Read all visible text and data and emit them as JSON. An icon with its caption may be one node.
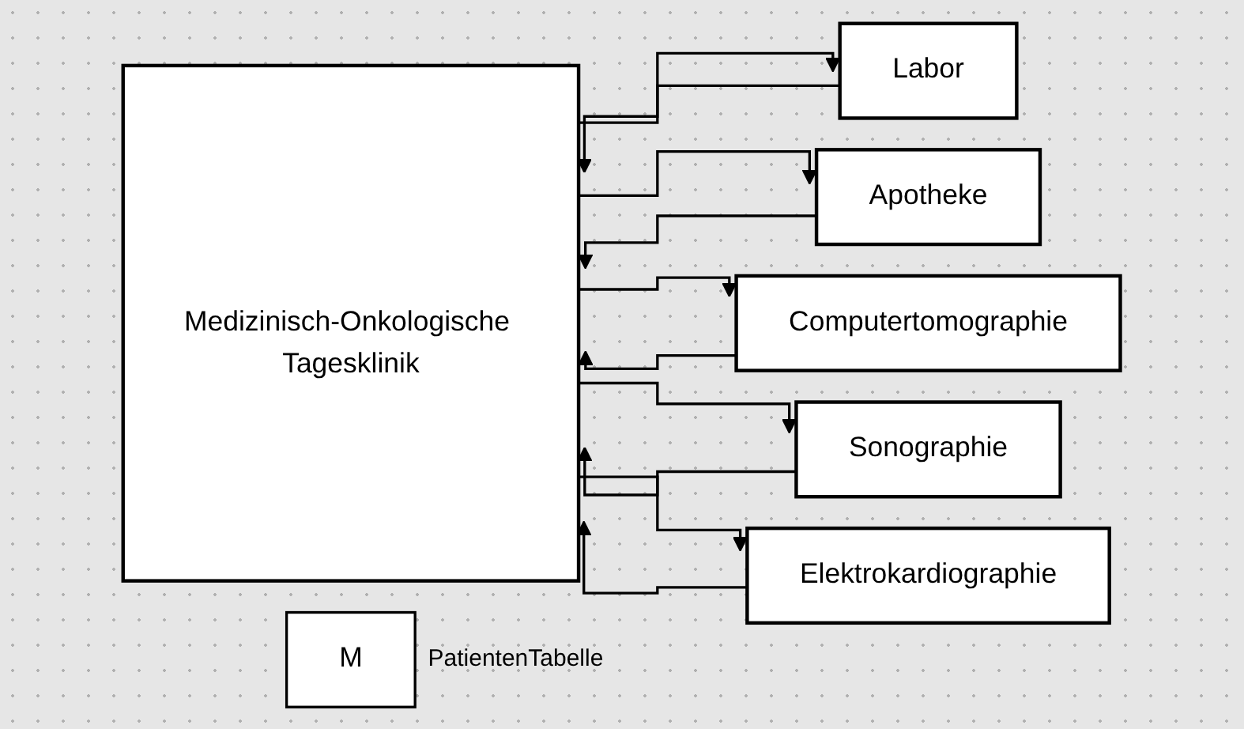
{
  "diagram": {
    "nodes": [
      {
        "text": [
          "Medizinisch-Onkologische Tagesklinik"
        ]
      },
      {
        "text": [
          "Labor"
        ]
      },
      {
        "text": [
          "Apotheke"
        ]
      },
      {
        "text": [
          "Computertomographie"
        ]
      },
      {
        "text": [
          "Sonographie"
        ]
      },
      {
        "text": [
          "Elektrokardiographie"
        ]
      },
      {
        "text": [
          "M"
        ],
        "beside": [
          "PatientenTabelle"
        ]
      }
    ],
    "edges": [
      {
        "from": 0,
        "to": 1,
        "arrow": "to"
      },
      {
        "from": 1,
        "to": 0,
        "arrow": "to"
      },
      {
        "from": 0,
        "to": 2,
        "arrow": "to"
      },
      {
        "from": 2,
        "to": 0,
        "arrow": "to"
      },
      {
        "from": 0,
        "to": 3,
        "arrow": "to"
      },
      {
        "from": 3,
        "to": 0,
        "arrow": "to"
      },
      {
        "from": 0,
        "to": 4,
        "arrow": "to"
      },
      {
        "from": 4,
        "to": 0,
        "arrow": "to"
      },
      {
        "from": 0,
        "to": 5,
        "arrow": "to"
      },
      {
        "from": 5,
        "to": 0,
        "arrow": "to"
      }
    ]
  }
}
